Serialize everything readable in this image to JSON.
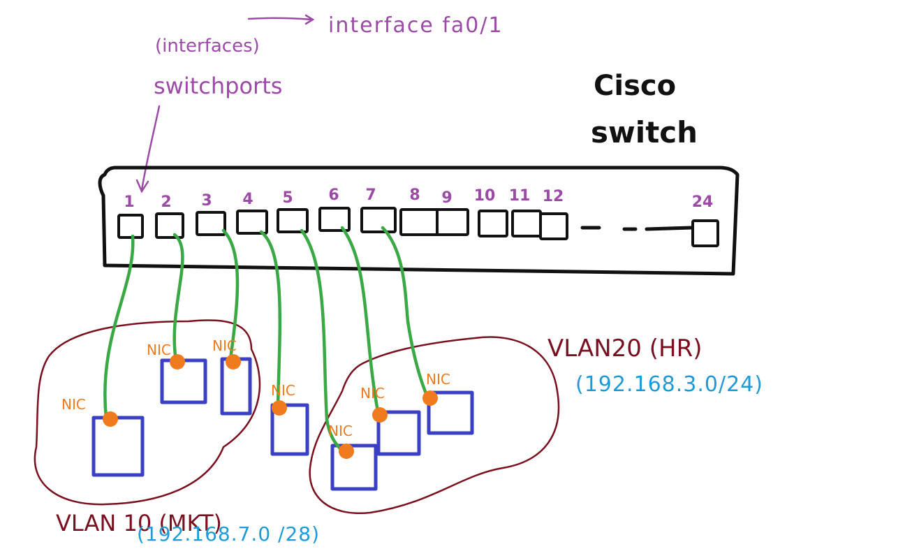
{
  "annotations": {
    "interface_label": "interface fa0/1",
    "interfaces_note": "(interfaces)",
    "switchports_label": "switchports",
    "device_line1": "Cisco",
    "device_line2": "switch"
  },
  "switch": {
    "port_numbers": [
      "1",
      "2",
      "3",
      "4",
      "5",
      "6",
      "7",
      "8",
      "9",
      "10",
      "11",
      "12"
    ],
    "last_port_number": "24"
  },
  "nic_label": "NIC",
  "vlans": [
    {
      "name": "VLAN 10 (MKT)",
      "subnet": "(192.168.7.0 /28)"
    },
    {
      "name": "VLAN20 (HR)",
      "subnet": "(192.168.3.0/24)"
    }
  ],
  "colors": {
    "annotation": "#9b4aa6",
    "switch_outline": "#111111",
    "cable": "#3aa845",
    "nic": "#f07a1e",
    "host": "#3a3fc4",
    "vlan_outline": "#7a0f1f",
    "subnet": "#1e9ad6"
  }
}
